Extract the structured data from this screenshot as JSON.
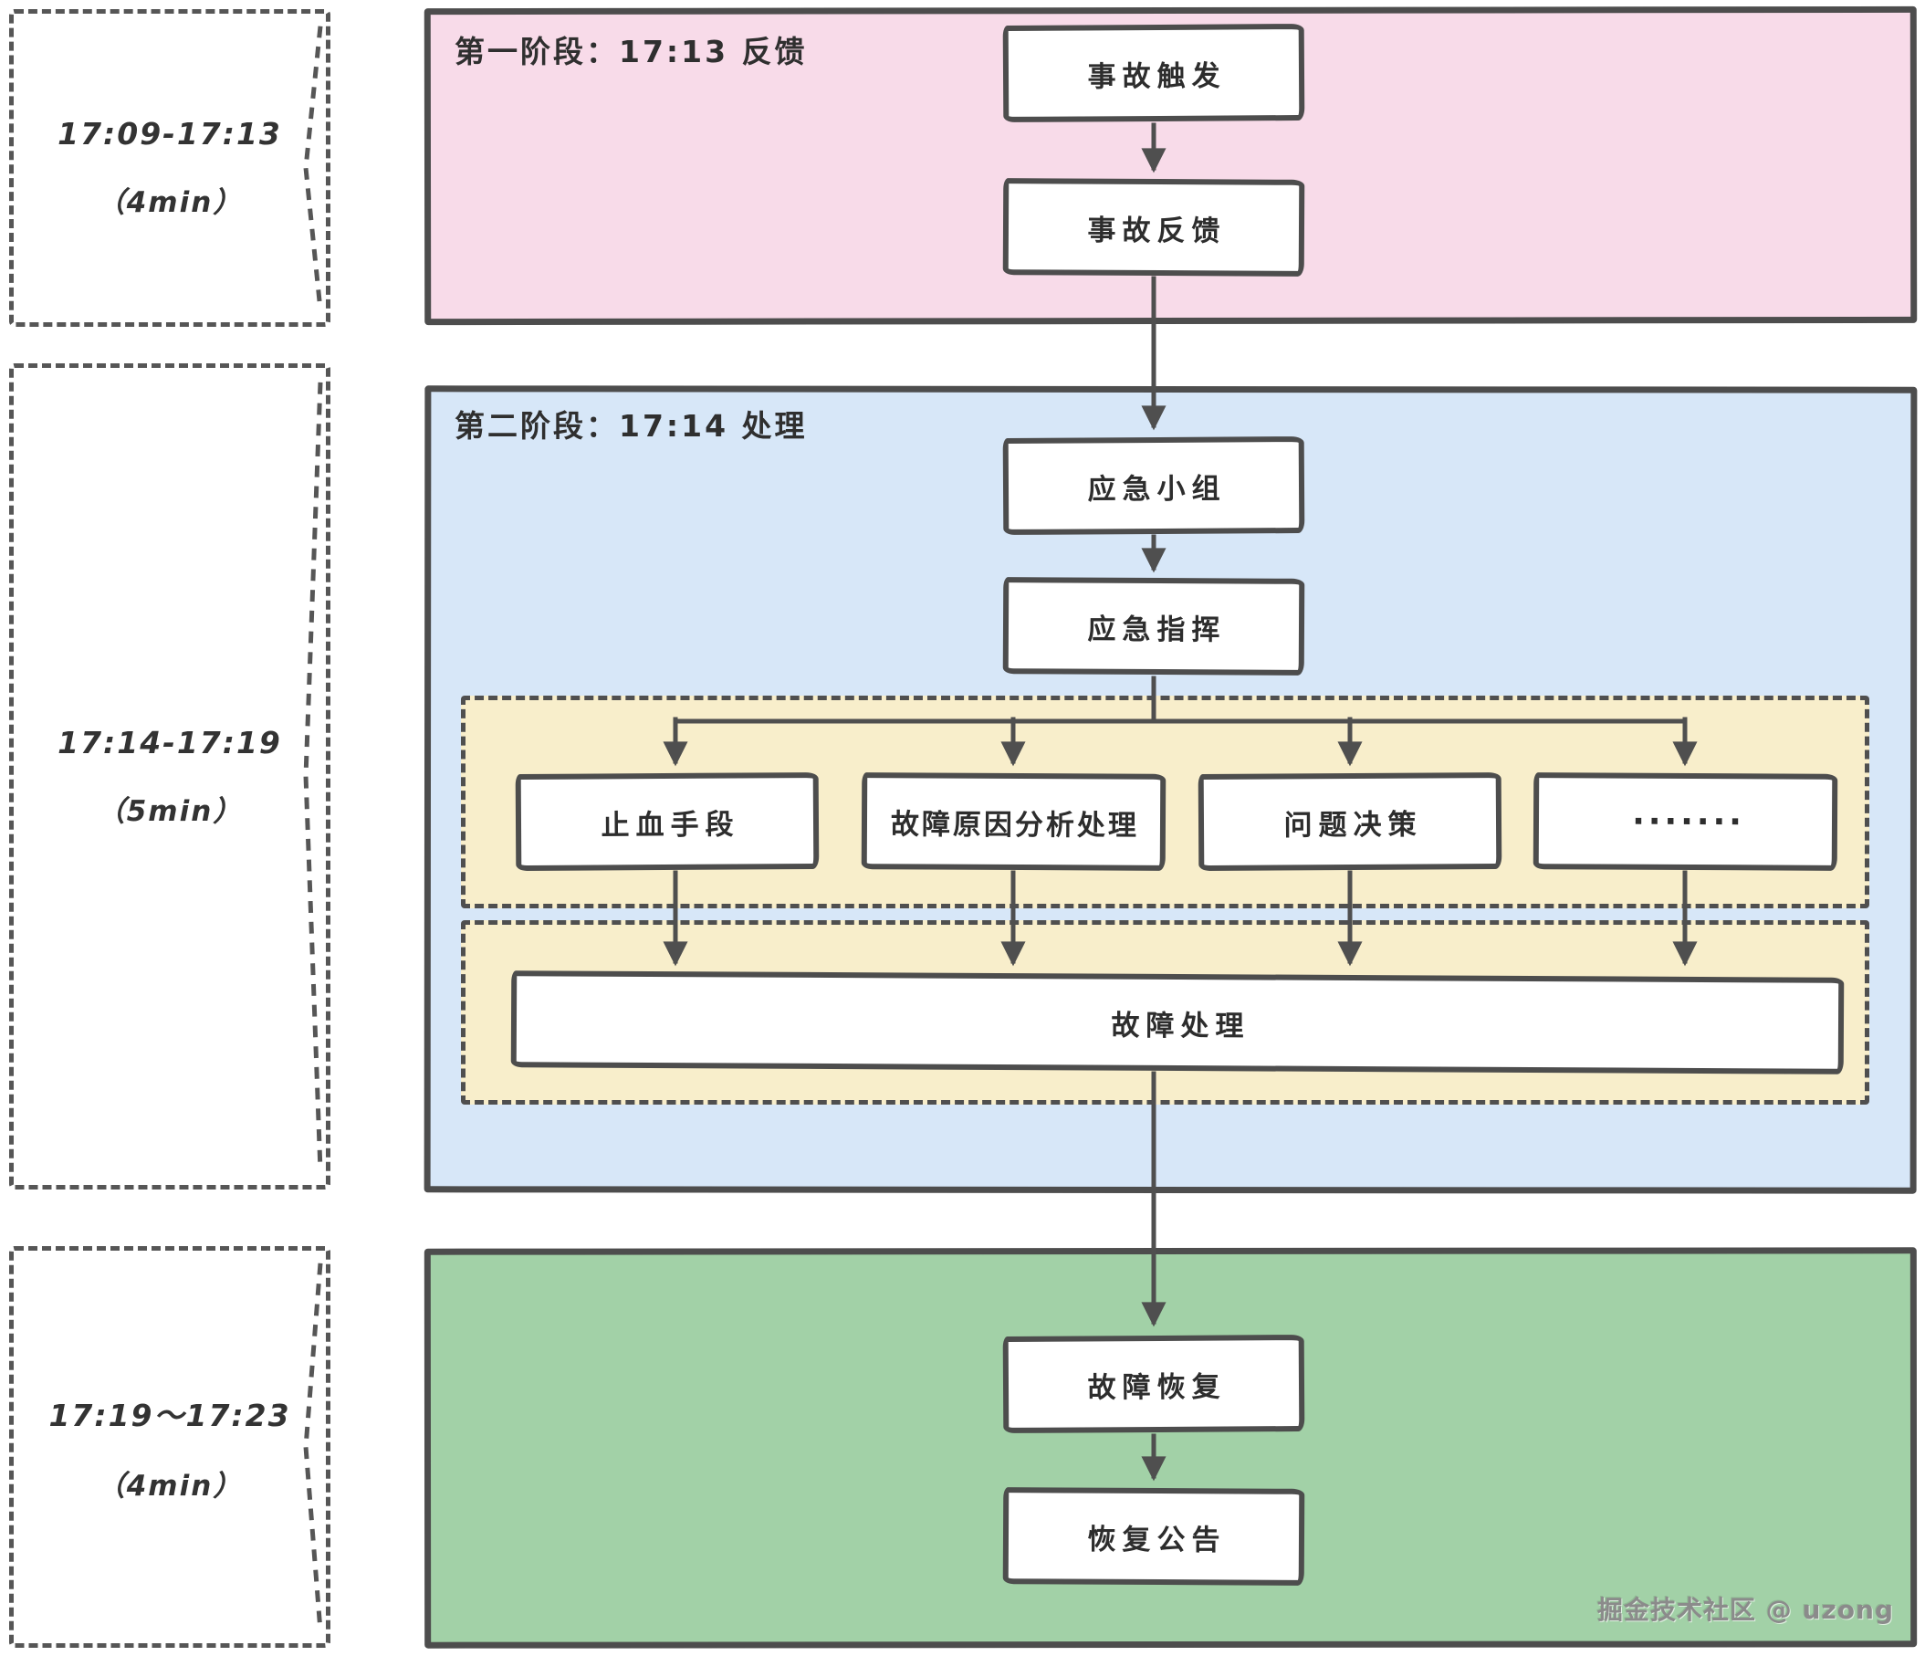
{
  "timeline": {
    "boxes": [
      {
        "range": "17:09-17:13",
        "duration": "（4min）"
      },
      {
        "range": "17:14-17:19",
        "duration": "（5min）"
      },
      {
        "range": "17:19～17:23",
        "duration": "（4min）"
      }
    ]
  },
  "phases": {
    "phase1": {
      "title": "第一阶段：17:13 反馈",
      "fill": "#f8dbe9"
    },
    "phase2": {
      "title": "第二阶段：17:14 处理",
      "fill": "#d7e7f8"
    },
    "phase3": {
      "title": "",
      "fill": "#a2d1a7"
    }
  },
  "nodes": {
    "incident_trigger": "事故触发",
    "incident_feedback": "事故反馈",
    "emergency_team": "应急小组",
    "emergency_command": "应急指挥",
    "stop_bleeding": "止血手段",
    "fault_analysis": "故障原因分析处理",
    "problem_decision": "问题决策",
    "ellipsis": "·······",
    "fault_handling": "故障处理",
    "fault_recovery": "故障恢复",
    "recovery_announcement": "恢复公告"
  },
  "watermark": "掘金技术社区 @ uzong",
  "colors": {
    "border_dark": "#4d4d4d",
    "arrow": "#4f4f4f",
    "phase1_fill": "#f8dbe9",
    "phase2_fill": "#d7e7f8",
    "group_fill": "#f8eecb",
    "phase3_fill": "#a2d1a7",
    "node_fill": "#ffffff",
    "watermark_gray": "#8b8b8b"
  }
}
